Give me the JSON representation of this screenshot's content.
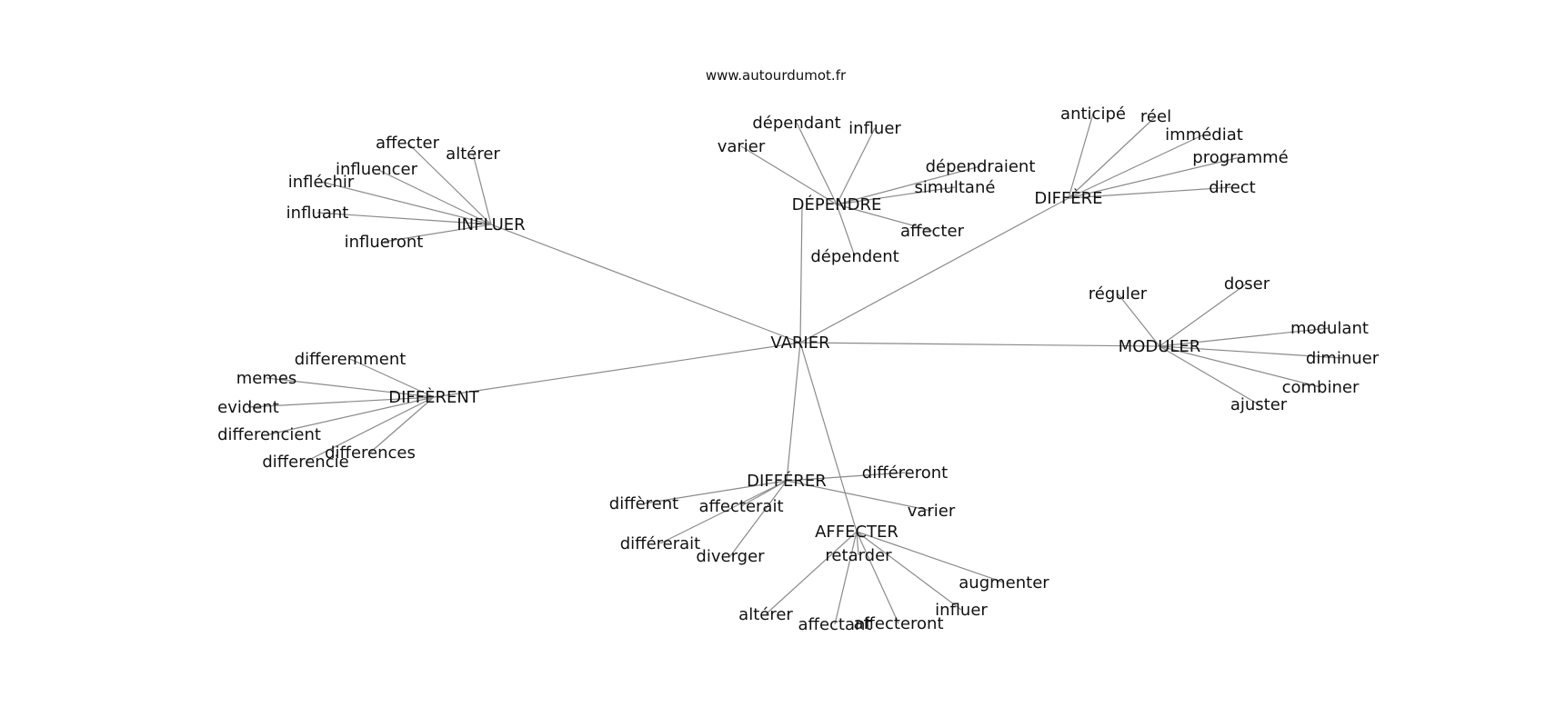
{
  "site": "www.autourdumot.fr",
  "graph": {
    "center": "VARIER",
    "clusters": [
      {
        "hub": "INFLUER",
        "words": [
          "affecter",
          "altérer",
          "influencer",
          "infléchir",
          "influant",
          "influeront"
        ]
      },
      {
        "hub": "DÉPENDRE",
        "words": [
          "dépendant",
          "influer",
          "varier",
          "dépendraient",
          "simultané",
          "affecter",
          "dépendent"
        ]
      },
      {
        "hub": "DIFFÈRE",
        "words": [
          "anticipé",
          "réel",
          "immédiat",
          "programmé",
          "direct"
        ]
      },
      {
        "hub": "MODULER",
        "words": [
          "réguler",
          "doser",
          "modulant",
          "diminuer",
          "combiner",
          "ajuster"
        ]
      },
      {
        "hub": "DIFFÈRENT",
        "words": [
          "differemment",
          "memes",
          "evident",
          "differencient",
          "differences",
          "differencie"
        ]
      },
      {
        "hub": "DIFFÉRER",
        "words": [
          "différeront",
          "diffèrent",
          "affecterait",
          "varier",
          "différerait",
          "diverger"
        ]
      },
      {
        "hub": "AFFECTER",
        "words": [
          "retarder",
          "augmenter",
          "influer",
          "affecteront",
          "affectant",
          "altérer"
        ]
      }
    ]
  }
}
